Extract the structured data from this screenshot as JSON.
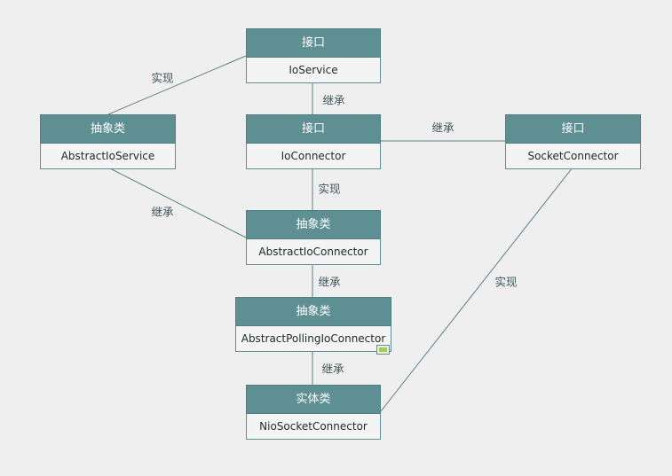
{
  "nodes": {
    "ioservice": {
      "stereotype": "接口",
      "name": "IoService"
    },
    "ioconnector": {
      "stereotype": "接口",
      "name": "IoConnector"
    },
    "socketconnector": {
      "stereotype": "接口",
      "name": "SocketConnector"
    },
    "abstractioservice": {
      "stereotype": "抽象类",
      "name": "AbstractIoService"
    },
    "abstractioconnector": {
      "stereotype": "抽象类",
      "name": "AbstractIoConnector"
    },
    "abstractpollingioconnector": {
      "stereotype": "抽象类",
      "name": "AbstractPollingIoConnector"
    },
    "niosocketconnector": {
      "stereotype": "实体类",
      "name": "NioSocketConnector"
    }
  },
  "edges": [
    {
      "id": "abstractioservice-ioservice",
      "label": "实现"
    },
    {
      "id": "ioservice-ioconnector",
      "label": "继承"
    },
    {
      "id": "ioconnector-socketconnector",
      "label": "继承"
    },
    {
      "id": "ioconnector-abstractioconnector",
      "label": "实现"
    },
    {
      "id": "abstractioservice-abstractioconnector",
      "label": "继承"
    },
    {
      "id": "abstractioconnector-abstractpolling",
      "label": "继承"
    },
    {
      "id": "abstractpolling-niosocket",
      "label": "继承"
    },
    {
      "id": "socketconnector-niosocket",
      "label": "实现"
    }
  ],
  "colors": {
    "header_fill": "#5d8f93",
    "body_fill": "#f3f4f3",
    "line": "#5d7f80",
    "background": "#efefef"
  },
  "icons": {
    "note": "note-icon"
  }
}
